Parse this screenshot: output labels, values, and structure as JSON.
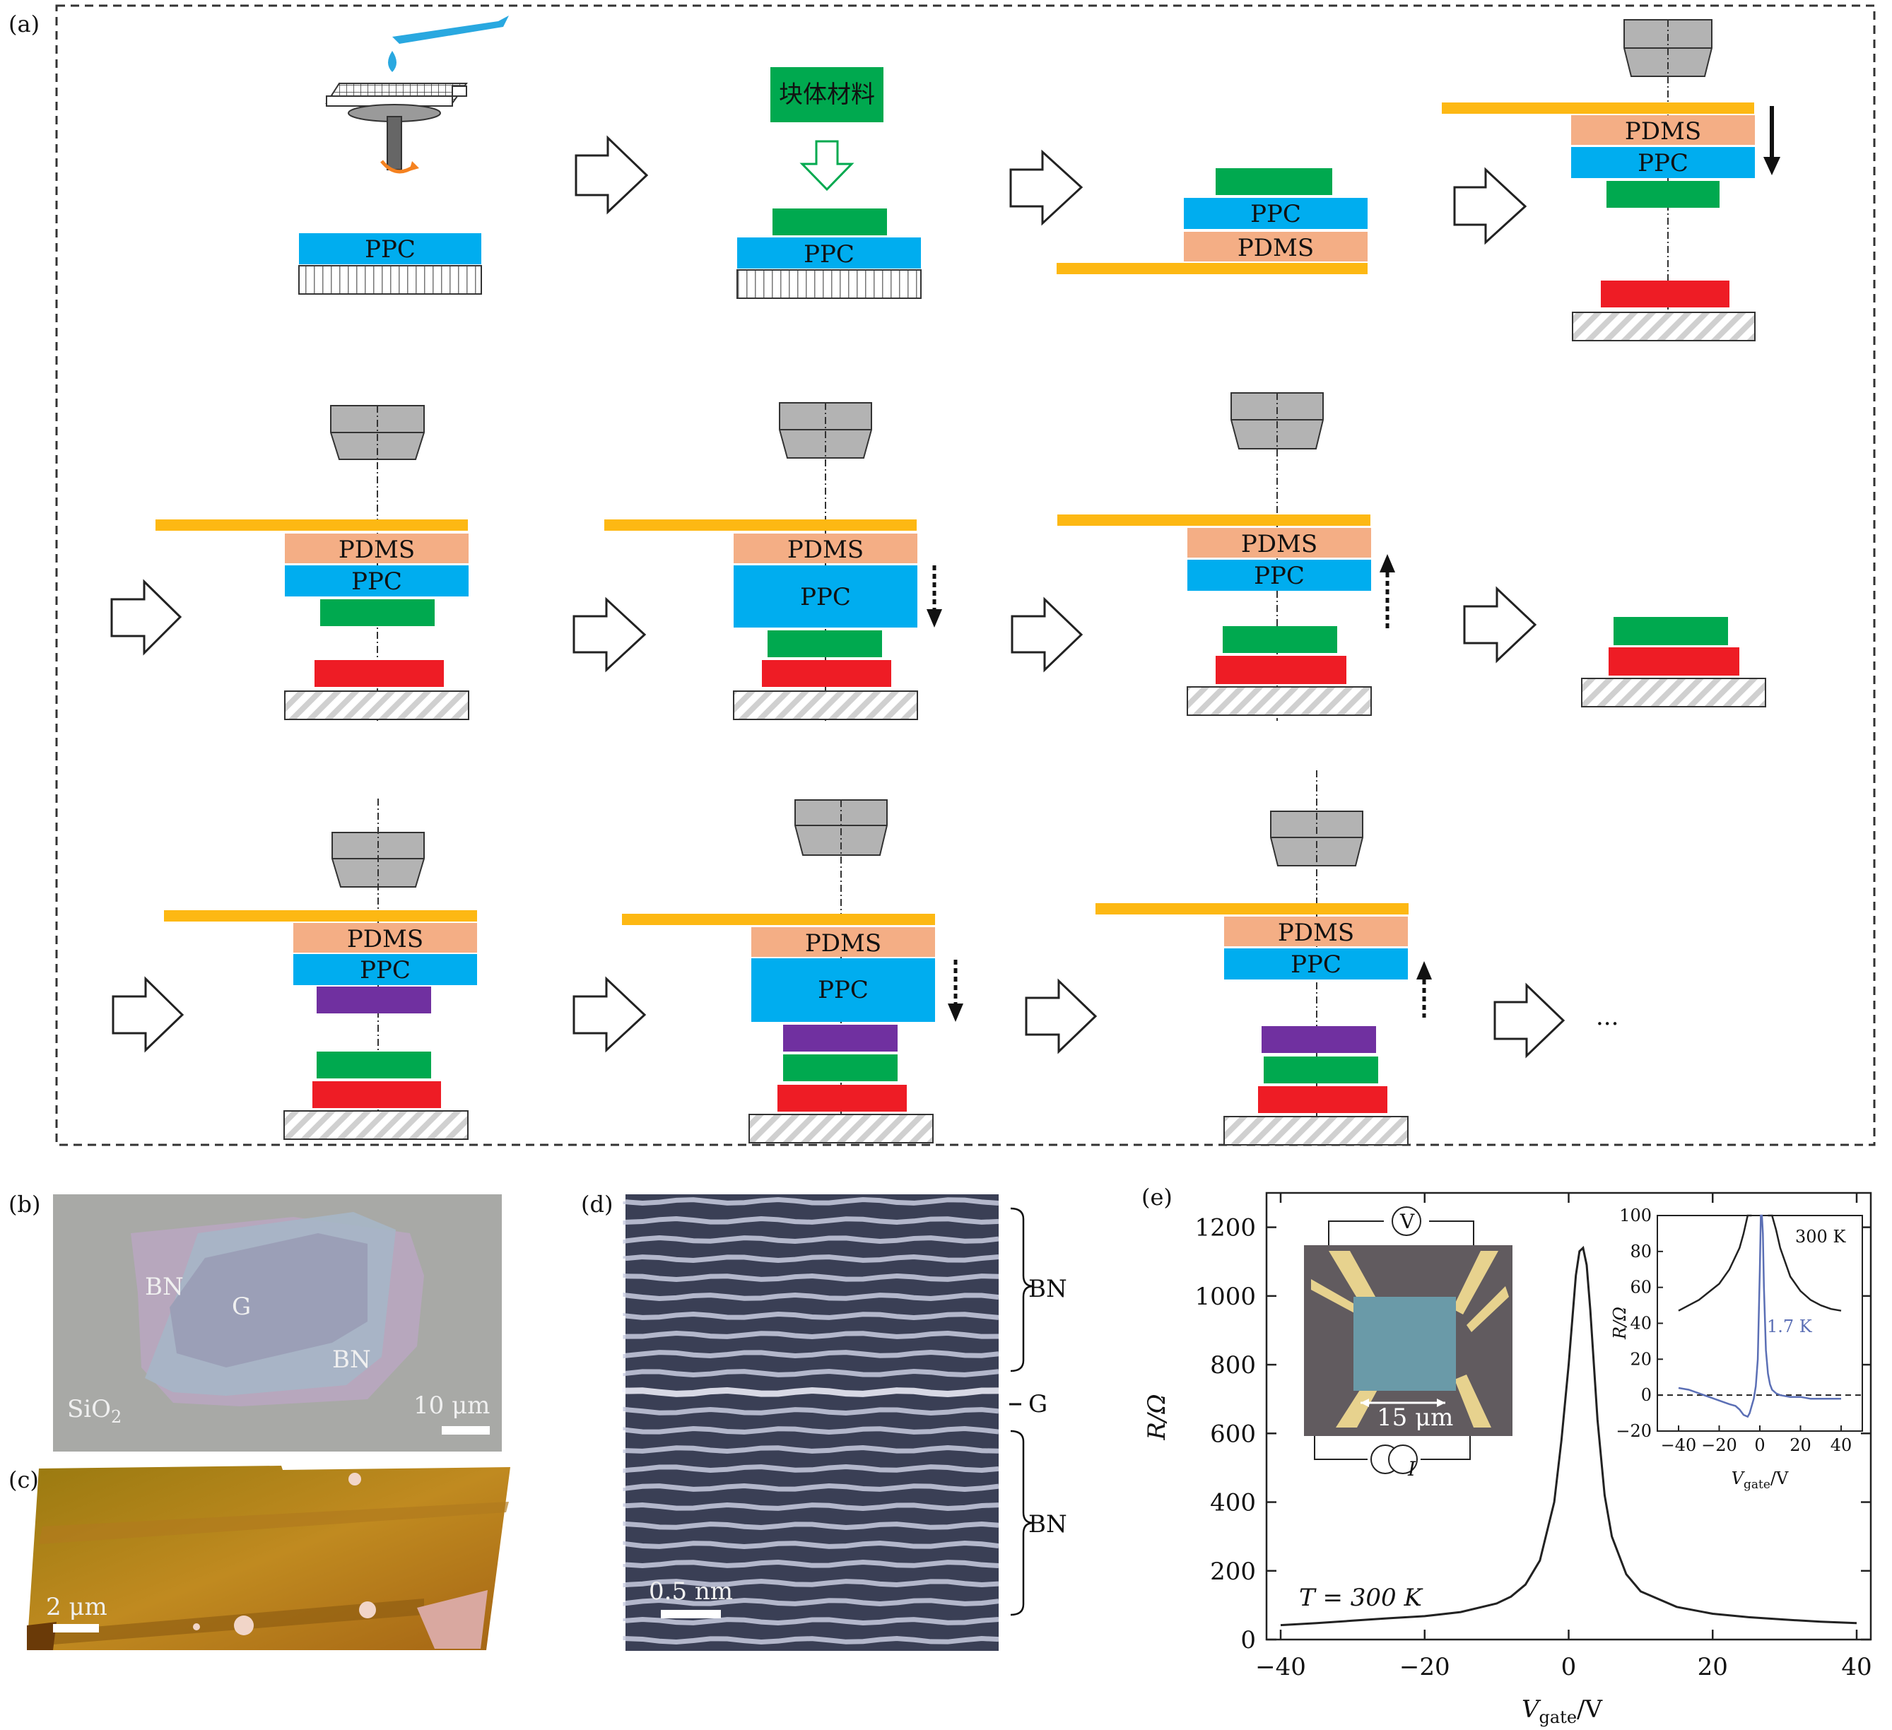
{
  "panels": {
    "a": "(a)",
    "b": "(b)",
    "c": "(c)",
    "d": "(d)",
    "e": "(e)"
  },
  "schematic": {
    "bulk_label": "块体材料",
    "ppc": "PPC",
    "pdms": "PDMS",
    "ellipsis": "...",
    "colors": {
      "ppc": "#00adef",
      "pdms": "#f4ae85",
      "flake_green": "#00a94f",
      "flake_red": "#ee1c25",
      "flake_purple": "#7030a0",
      "slide": "#fdb813",
      "stamp": "#b3b3b3"
    }
  },
  "panel_b": {
    "bn_top": "BN",
    "g": "G",
    "bn_bottom": "BN",
    "substrate": "SiO",
    "substrate_sub": "2",
    "scale": "10 μm"
  },
  "panel_c": {
    "scale": "2 μm"
  },
  "panel_d": {
    "bn_top": "BN",
    "g": "G",
    "bn_bottom": "BN",
    "scale": "0.5 nm"
  },
  "chart_data": {
    "type": "line",
    "xlabel_main": "V",
    "xlabel_sub": "gate",
    "xlabel_unit": "/V",
    "ylabel": "R/Ω",
    "xlim": [
      -40,
      40
    ],
    "ylim": [
      0,
      1300
    ],
    "xticks": [
      -40,
      -20,
      0,
      20,
      40
    ],
    "yticks": [
      0,
      200,
      400,
      600,
      800,
      1000,
      1200
    ],
    "annotation": "T = 300 K",
    "series": [
      {
        "x": [
          -40,
          -35,
          -30,
          -25,
          -20,
          -15,
          -10,
          -8,
          -6,
          -4,
          -2,
          -1,
          0,
          0.5,
          1,
          1.5,
          2,
          2.5,
          3,
          3.5,
          4,
          5,
          6,
          8,
          10,
          15,
          20,
          25,
          30,
          35,
          40
        ],
        "y": [
          42,
          48,
          55,
          62,
          68,
          80,
          105,
          125,
          160,
          230,
          400,
          580,
          800,
          930,
          1060,
          1130,
          1140,
          1090,
          960,
          800,
          640,
          420,
          300,
          190,
          140,
          95,
          75,
          65,
          58,
          52,
          48
        ]
      }
    ],
    "inset_device": {
      "voltmeter": "V",
      "current": "I",
      "scale": "15 μm"
    },
    "inset_plot": {
      "xlim": [
        -40,
        40
      ],
      "ylim": [
        -20,
        100
      ],
      "xticks": [
        -40,
        -20,
        0,
        20,
        40
      ],
      "yticks": [
        -20,
        0,
        20,
        40,
        60,
        80,
        100
      ],
      "ylabel": "R/Ω",
      "xlabel_main": "V",
      "xlabel_sub": "gate",
      "xlabel_unit": "/V",
      "series": [
        {
          "name": "300 K",
          "color": "#222222",
          "x": [
            -40,
            -30,
            -20,
            -15,
            -10,
            -8,
            -6,
            -5,
            -4,
            4,
            5,
            6,
            8,
            10,
            15,
            20,
            25,
            30,
            35,
            40
          ],
          "y": [
            47,
            53,
            62,
            70,
            82,
            90,
            100,
            100,
            100,
            100,
            100,
            100,
            92,
            82,
            66,
            58,
            53,
            50,
            48,
            47
          ]
        },
        {
          "name": "1.7 K",
          "color": "#5b6fb5",
          "x": [
            -40,
            -35,
            -30,
            -25,
            -20,
            -15,
            -12,
            -10,
            -8,
            -6,
            -5,
            -4,
            -3,
            -2,
            -1,
            0,
            0.5,
            1,
            1.5,
            2,
            3,
            4,
            5,
            6,
            8,
            10,
            15,
            20,
            25,
            30,
            35,
            40
          ],
          "y": [
            4,
            3,
            1,
            -1,
            -3,
            -5,
            -6,
            -8,
            -11,
            -12,
            -10,
            -6,
            -2,
            5,
            20,
            70,
            100,
            100,
            90,
            60,
            25,
            12,
            6,
            3,
            1,
            0,
            -1,
            -1,
            -2,
            -2,
            -2,
            -2
          ]
        }
      ]
    }
  }
}
